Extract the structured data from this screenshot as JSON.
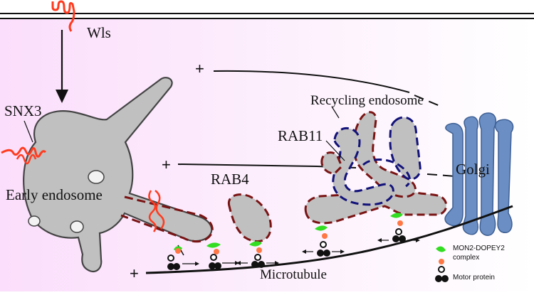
{
  "labels": {
    "wls": "Wls",
    "snx3": "SNX3",
    "early_endosome": "Early endosome",
    "rab4": "RAB4",
    "rab11": "RAB11",
    "recycling_endosome": "Recycling endosome",
    "golgi": "Golgi",
    "microtubule": "Microtubule",
    "plus_top": "+",
    "plus_middle": "+",
    "plus_bottom": "+"
  },
  "legend": {
    "mon2_dopey2_line1": "MON2-DOPEY2",
    "mon2_dopey2_line2": "complex",
    "motor_protein": "Motor protein"
  },
  "colors": {
    "endosome_fill": "#c0c0c0",
    "rab_dark_red": "#7a1414",
    "rab11_blue": "#12127a",
    "golgi_blue": "#6b8fc4",
    "wls_red": "#ff3b1f",
    "complex_green": "#33dd22",
    "complex_orange": "#ff7744",
    "cytoplasm_pink": "#fbe6fb"
  }
}
